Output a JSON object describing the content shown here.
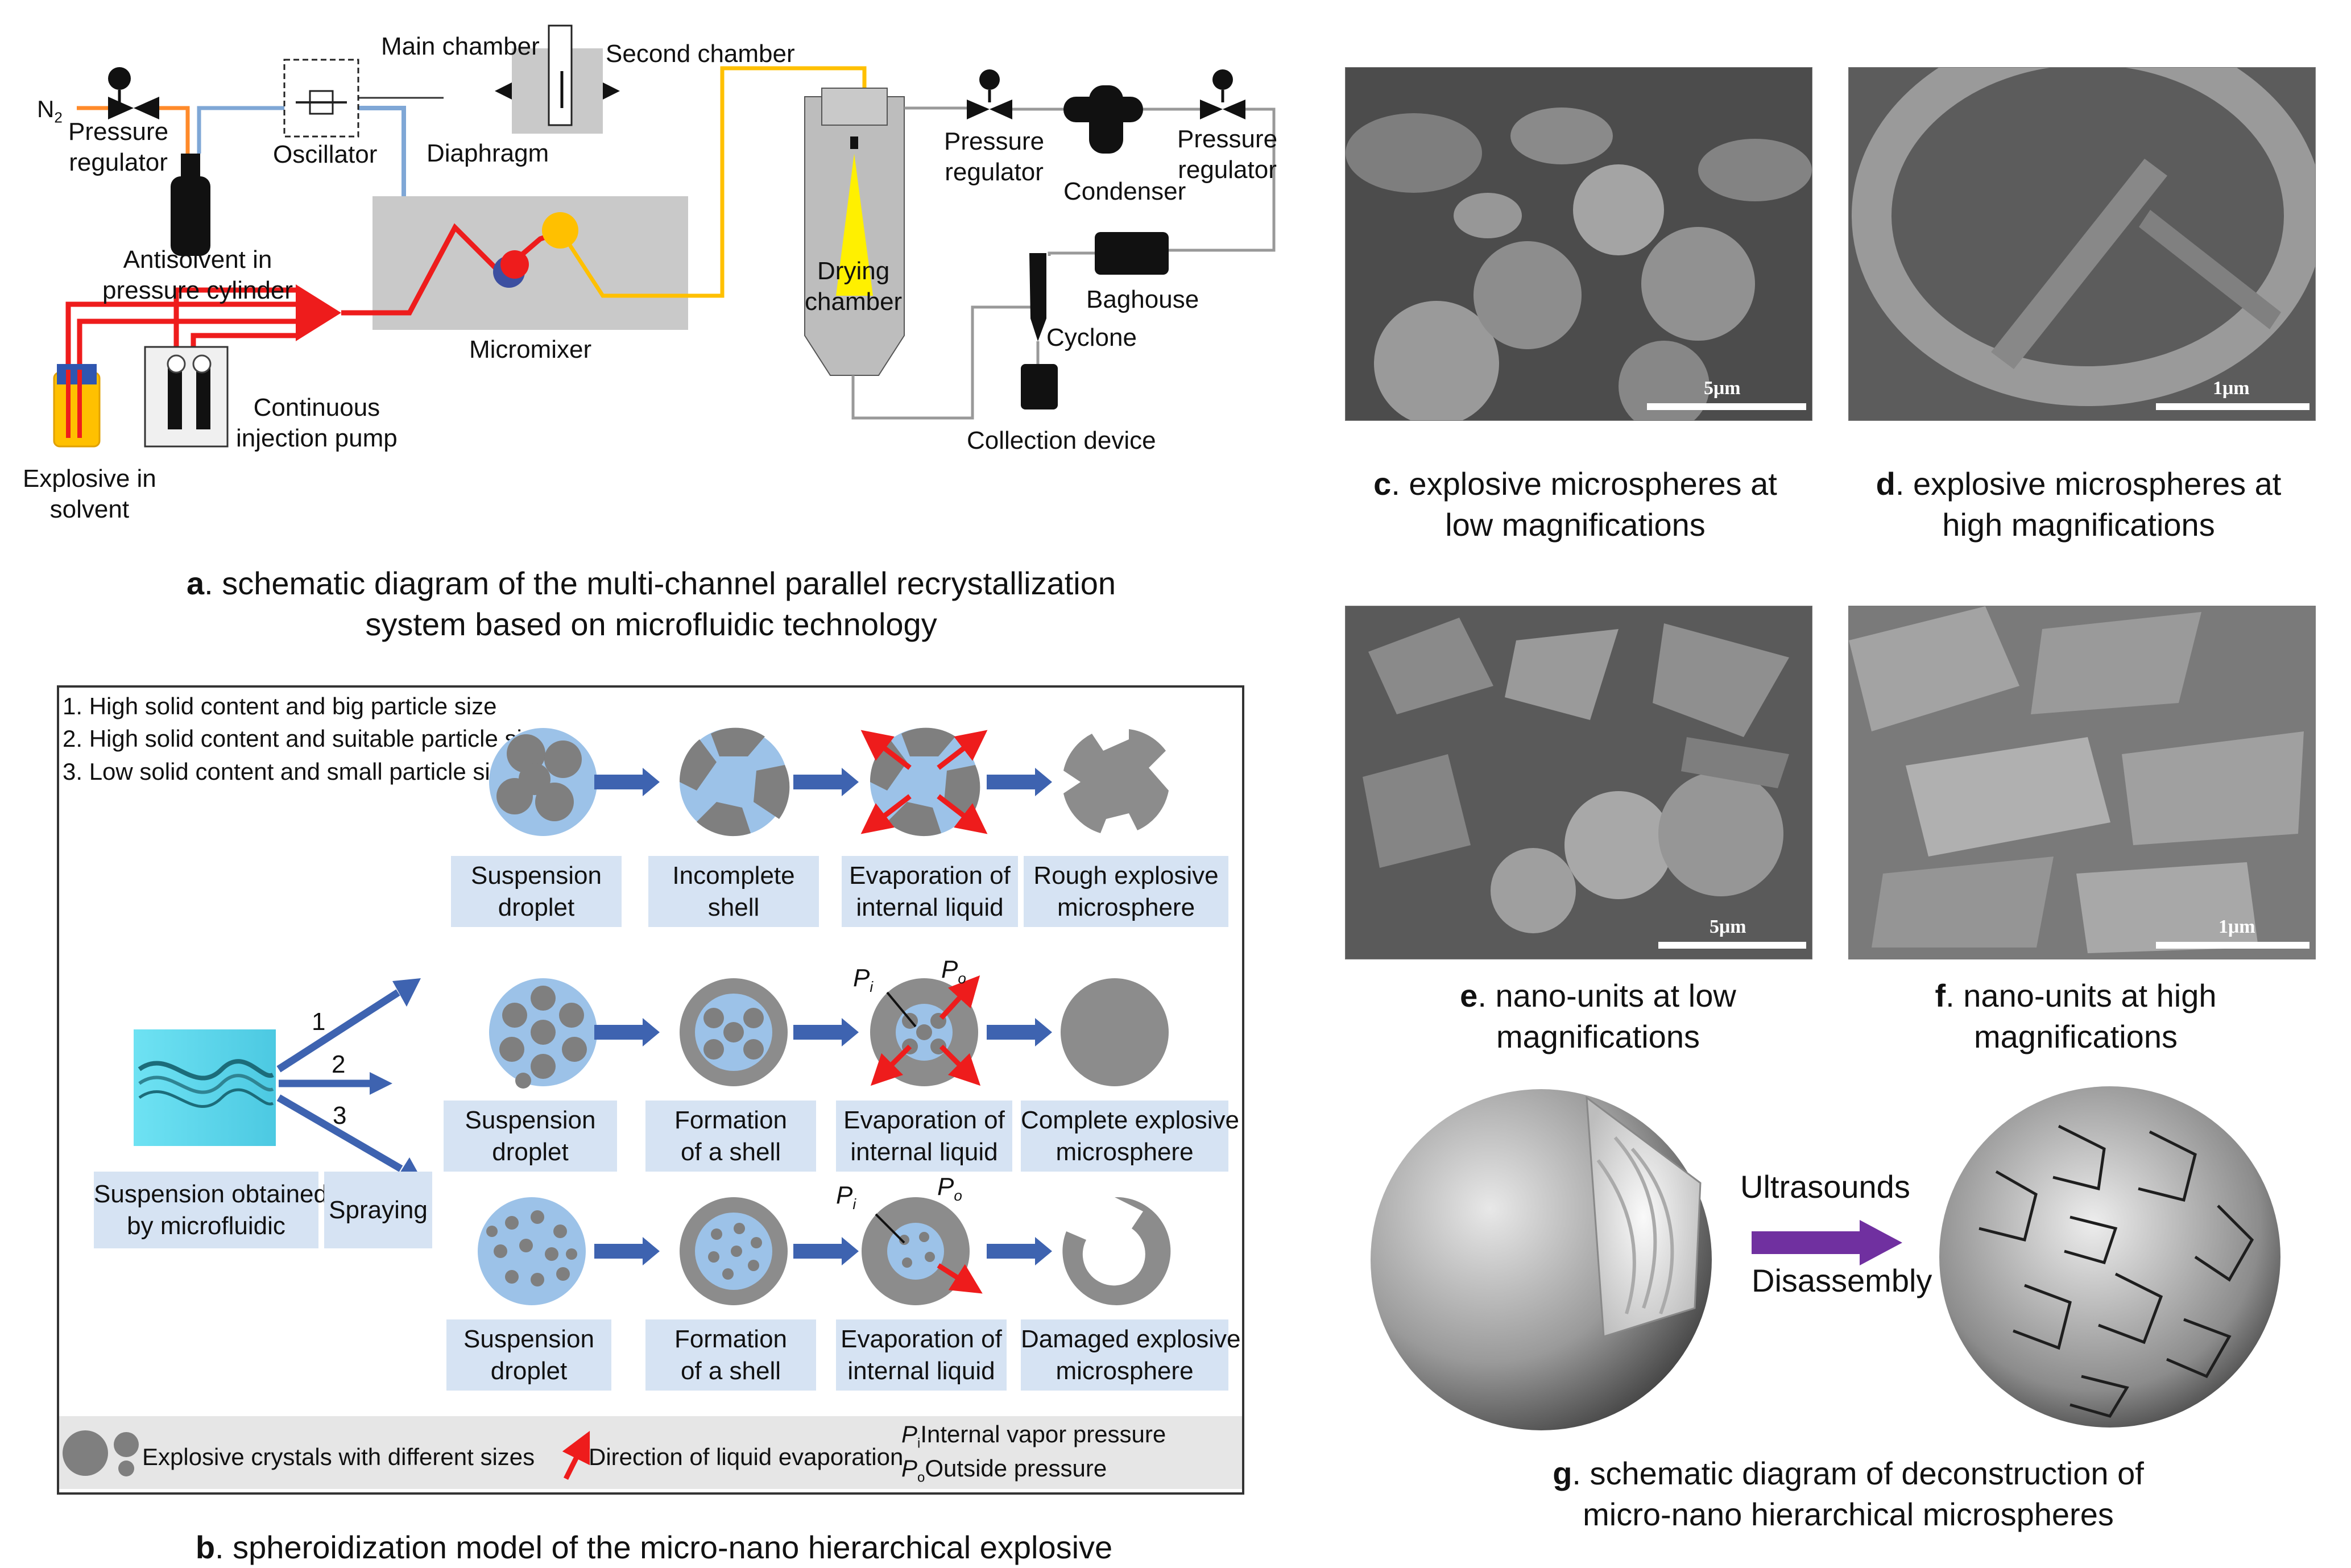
{
  "panel_a": {
    "caption_letter": "a",
    "caption_line1": ". schematic diagram of the multi-channel parallel recrystallization",
    "caption_line2": "system based on microfluidic technology",
    "labels": {
      "n2": "N",
      "n2_sub": "2",
      "pressure_regulator_1": "Pressure\nregulator",
      "oscillator": "Oscillator",
      "main_chamber": "Main chamber",
      "second_chamber": "Second chamber",
      "diaphragm": "Diaphragm",
      "antisolvent": "Antisolvent in\npressure cylinder",
      "micromixer": "Micromixer",
      "continuous_pump": "Continuous\ninjection pump",
      "explosive_solvent": "Explosive in\nsolvent",
      "drying_chamber": "Drying\nchamber",
      "pressure_regulator_2": "Pressure\nregulator",
      "condenser": "Condenser",
      "pressure_regulator_3": "Pressure\nregulator",
      "baghouse": "Baghouse",
      "cyclone": "Cyclone",
      "collection_device": "Collection device"
    }
  },
  "panel_b": {
    "caption_letter": "b",
    "caption_text": ". spheroidization model of the micro-nano hierarchical explosive",
    "notes": [
      "1. High solid content and big particle size",
      "2. High solid content and suitable particle size",
      "3. Low solid content and small particle size"
    ],
    "row1": [
      "Suspension\ndroplet",
      "Incomplete\nshell",
      "Evaporation of\ninternal liquid",
      "Rough explosive\nmicrosphere"
    ],
    "row2": [
      "Suspension\ndroplet",
      "Formation\nof a shell",
      "Evaporation of\ninternal liquid",
      "Complete explosive\nmicrosphere"
    ],
    "row3": [
      "Suspension\ndroplet",
      "Formation\nof a shell",
      "Evaporation of\ninternal liquid",
      "Damaged explosive\nmicrosphere"
    ],
    "source_label": "Suspension obtained\nby microfluidic",
    "spraying_label": "Spraying",
    "branch_numbers": [
      "1",
      "2",
      "3"
    ],
    "pi_label": "P",
    "pi_sub": "i",
    "po_label": "P",
    "po_sub": "o",
    "legend": {
      "crystals": "Explosive crystals with different sizes",
      "direction": "Direction of liquid evaporation",
      "internal": "Internal vapor pressure",
      "outside": "Outside pressure"
    }
  },
  "panel_c": {
    "letter": "c",
    "caption": ". explosive microspheres at\nlow magnifications",
    "scale": "5μm"
  },
  "panel_d": {
    "letter": "d",
    "caption": ". explosive microspheres at\nhigh magnifications",
    "scale": "1μm"
  },
  "panel_e": {
    "letter": "e",
    "caption": ". nano-units at low\nmagnifications",
    "scale": "5μm"
  },
  "panel_f": {
    "letter": "f",
    "caption": ". nano-units at high\nmagnifications",
    "scale": "1μm"
  },
  "panel_g": {
    "letter": "g",
    "caption": ". schematic diagram of deconstruction of\nmicro-nano hierarchical microspheres",
    "ultrasounds": "Ultrasounds",
    "disassembly": "Disassembly"
  },
  "colors": {
    "red_line": "#ee1c1c",
    "blue_line": "#7fa7d6",
    "orange_line": "#ff8a2a",
    "yellow_line": "#ffc000",
    "box_fill": "#d6e3f3",
    "arrow_blue": "#3e63b0",
    "purple_arrow": "#7030a0",
    "droplet_blue": "#9cc2e8",
    "crystal_gray": "#7f7f7f"
  }
}
